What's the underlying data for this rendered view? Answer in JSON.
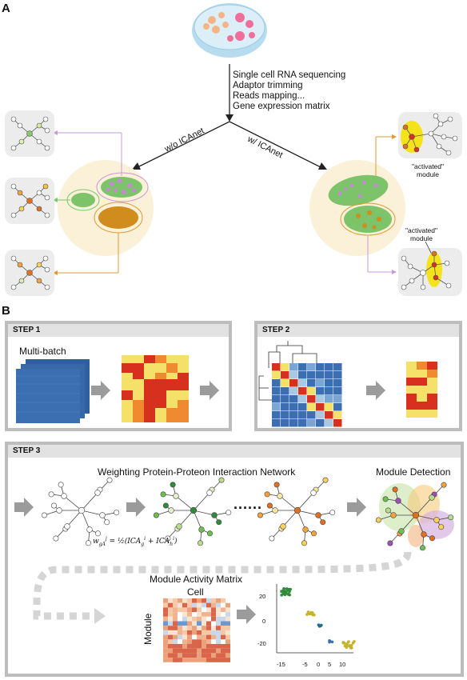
{
  "panels": {
    "a": "A",
    "b": "B"
  },
  "pipeline": [
    "Single cell RNA sequencing",
    "Adaptor trimming",
    "Reads mapping...",
    "Gene expression matrix"
  ],
  "branches": {
    "without": "w/o ICAnet",
    "with": "w/ ICAnet"
  },
  "activated_module": {
    "line1": "\"activated\"",
    "line2": "module"
  },
  "step1": {
    "title": "STEP 1",
    "multi_batch": "Multi-batch"
  },
  "step2": {
    "title": "STEP 2"
  },
  "step3": {
    "title": "STEP 3",
    "weighting": "Weighting Protein-Proteon Interaction Network",
    "module_detection": "Module Detection",
    "dots": "......",
    "formula": "w",
    "module_activity_matrix": "Module Activity Matrix",
    "cell": "Cell",
    "module": "Module",
    "scatter_x_ticks": [
      "-15",
      "-5",
      "0",
      "5",
      "10"
    ],
    "scatter_y_ticks": [
      "20",
      "0",
      "-20"
    ]
  },
  "colors": {
    "purple": "#c89ad6",
    "orange": "#e19a34",
    "green": "#7bc86a",
    "yellow_hl": "#f4e21b",
    "heat_red": "#d7301f",
    "heat_orange": "#f08a30",
    "heat_yellow": "#f5e06a",
    "batch_blue": "#3b6fb2"
  }
}
